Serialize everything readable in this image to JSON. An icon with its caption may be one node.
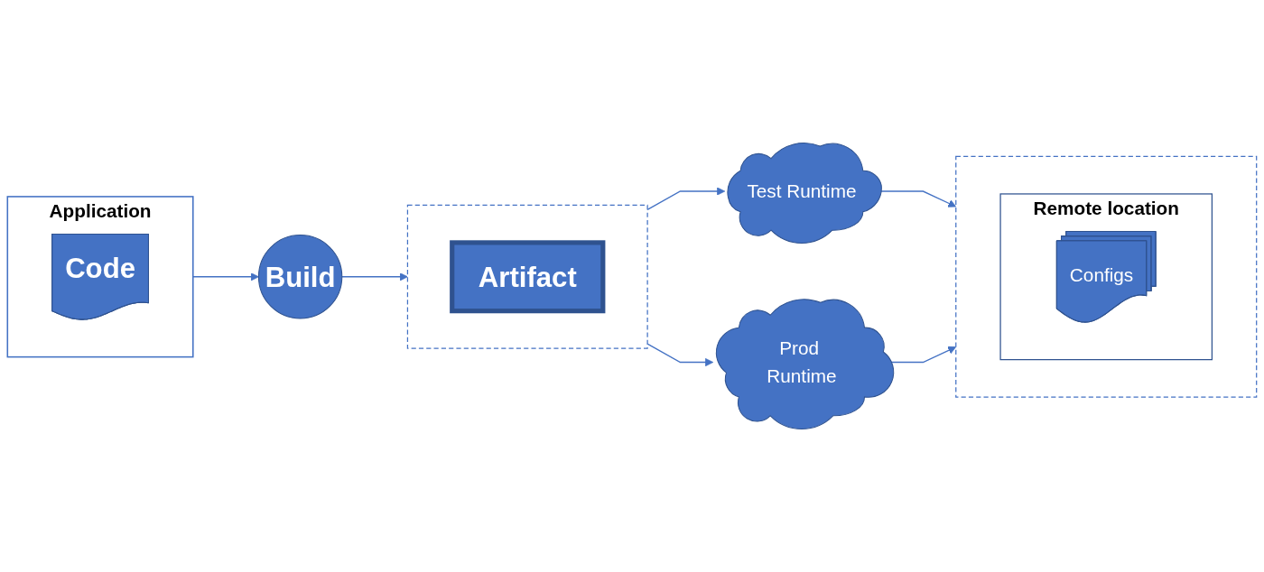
{
  "diagram": {
    "nodes": [
      {
        "text": [
          "Application"
        ]
      },
      {
        "text": [
          "Code"
        ],
        "in": 0
      },
      {
        "text": [
          "Build"
        ]
      },
      {
        "text": [],
        "shape": "box"
      },
      {
        "text": [
          "Artifact"
        ],
        "in": 3
      },
      {
        "text": [
          "Test Runtime"
        ]
      },
      {
        "text": [
          "Prod Runtime"
        ]
      },
      {
        "text": [],
        "shape": "box"
      },
      {
        "text": [
          "Remote location"
        ],
        "in": 7
      },
      {
        "text": [
          "Configs"
        ],
        "in": 8
      }
    ],
    "edges": [
      {
        "from": 0,
        "to": 2,
        "arrow": "to"
      },
      {
        "from": 2,
        "to": 3,
        "arrow": "to"
      },
      {
        "from": 3,
        "to": 5,
        "arrow": "to"
      },
      {
        "from": 3,
        "to": 6,
        "arrow": "to"
      },
      {
        "from": 5,
        "to": 7,
        "arrow": "to"
      },
      {
        "from": 6,
        "to": 7,
        "arrow": "to"
      }
    ]
  }
}
